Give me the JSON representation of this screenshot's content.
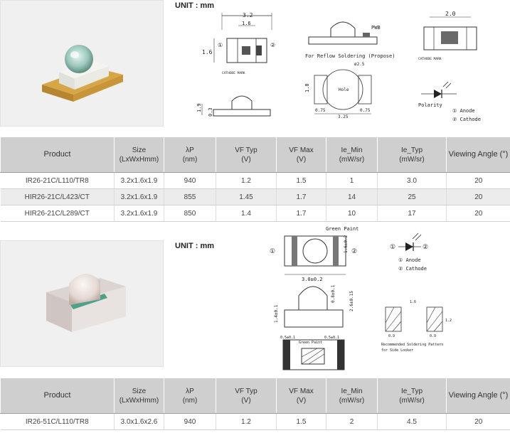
{
  "section1": {
    "unit_label": "UNIT : mm",
    "drawing_labels": {
      "dim_width": "3.2",
      "dim_inner": "1.6",
      "dim_height_side": "1.6",
      "cathode_mark": "CATHODE MARK",
      "pin1": "①",
      "pin2": "②",
      "pwb": "PWB",
      "reflow_caption": "For Reflow Soldering (Propose)",
      "hole_dia": "ø2.5",
      "hole": "Hole",
      "pad_h": "1.8",
      "pad_w1": "0.75",
      "pad_w2": "0.75",
      "pad_total": "3.25",
      "side_h1": "1.9",
      "side_h2": "0.3",
      "rear_width": "2.0",
      "rear_cathode": "CATHODE MARK",
      "polarity": "Polarity",
      "anode": "① Anode",
      "cathode": "② Cathode"
    },
    "table": {
      "headers": {
        "product": "Product",
        "size": "Size",
        "size_unit": "(LxWxHmm)",
        "lambda_p": "λP",
        "lambda_unit": "(nm)",
        "vf_typ": "VF Typ",
        "vf_typ_unit": "(V)",
        "vf_max": "VF Max",
        "vf_max_unit": "(V)",
        "ie_min": "Ie_Min",
        "ie_min_unit": "(mW/sr)",
        "ie_typ": "Ie_Typ",
        "ie_typ_unit": "(mW/sr)",
        "viewing": "Viewing Angle (°)"
      },
      "rows": [
        {
          "product": "IR26-21C/L110/TR8",
          "size": "3.2x1.6x1.9",
          "lp": "940",
          "vf_typ": "1.2",
          "vf_max": "1.5",
          "ie_min": "1",
          "ie_typ": "3.0",
          "angle": "20"
        },
        {
          "product": "HIR26-21C/L423/CT",
          "size": "3.2x1.6x1.9",
          "lp": "855",
          "vf_typ": "1.45",
          "vf_max": "1.7",
          "ie_min": "14",
          "ie_typ": "25",
          "angle": "20"
        },
        {
          "product": "HIR26-21C/L289/CT",
          "size": "3.2x1.6x1.9",
          "lp": "850",
          "vf_typ": "1.4",
          "vf_max": "1.7",
          "ie_min": "10",
          "ie_typ": "17",
          "angle": "20"
        }
      ]
    }
  },
  "section2": {
    "unit_label": "UNIT : mm",
    "drawing_labels": {
      "green_paint_top": "Green Paint",
      "pin1": "①",
      "pin2": "②",
      "dim_len": "3.0±0.2",
      "dim_w": "1.6±0.2",
      "dim_h": "2.6±0.15",
      "dim_lens": "0.8±0.1",
      "dim_body": "1.4±0.1",
      "green_paint_bottom": "Green Paint",
      "pad_left": "0.5±0.1",
      "pad_right": "0.5±0.1",
      "anode": "① Anode",
      "cathode": "② Cathode",
      "pad_gap": "1.6",
      "pad_h": "1.2",
      "pad_w1": "0.9",
      "pad_w2": "0.9",
      "solder_caption_1": "Recommended Soldering Pattern",
      "solder_caption_2": "for Side Looker"
    },
    "table": {
      "headers": {
        "product": "Product",
        "size": "Size",
        "size_unit": "(LxWxHmm)",
        "lambda_p": "λP",
        "lambda_unit": "(nm)",
        "vf_typ": "VF Typ",
        "vf_typ_unit": "(V)",
        "vf_max": "VF Max",
        "vf_max_unit": "(V)",
        "ie_min": "Ie_Min",
        "ie_min_unit": "(mW/sr)",
        "ie_typ": "Ie_Typ",
        "ie_typ_unit": "(mW/sr)",
        "viewing": "Viewing Angle (°)"
      },
      "rows": [
        {
          "product": "IR26-51C/L110/TR8",
          "size": "3.0x1.6x2.6",
          "lp": "940",
          "vf_typ": "1.2",
          "vf_max": "1.5",
          "ie_min": "2",
          "ie_typ": "4.5",
          "angle": "20"
        }
      ]
    }
  }
}
